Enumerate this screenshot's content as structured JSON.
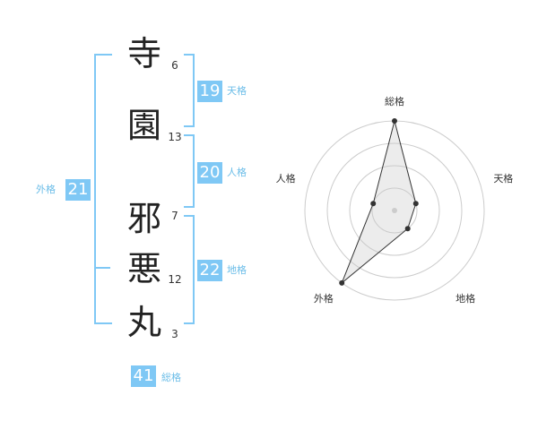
{
  "name_chars": [
    {
      "char": "寺",
      "strokes": "6"
    },
    {
      "char": "園",
      "strokes": "13"
    },
    {
      "char": "邪",
      "strokes": "7"
    },
    {
      "char": "悪",
      "strokes": "12"
    },
    {
      "char": "丸",
      "strokes": "3"
    }
  ],
  "fortunes": {
    "tenkaku": {
      "value": "19",
      "label": "天格"
    },
    "jinkaku": {
      "value": "20",
      "label": "人格"
    },
    "chikaku": {
      "value": "22",
      "label": "地格"
    },
    "gaikaku": {
      "value": "21",
      "label": "外格"
    },
    "soukaku": {
      "value": "41",
      "label": "総格"
    }
  },
  "colors": {
    "accent": "#7fc8f5",
    "accent_text": "#6bbde8",
    "text": "#222222"
  },
  "chart_data": {
    "type": "radar",
    "axes": [
      "総格",
      "天格",
      "地格",
      "外格",
      "人格"
    ],
    "values": [
      4,
      1,
      1,
      4,
      1
    ],
    "max": 4,
    "rings": 4,
    "grid": true
  }
}
